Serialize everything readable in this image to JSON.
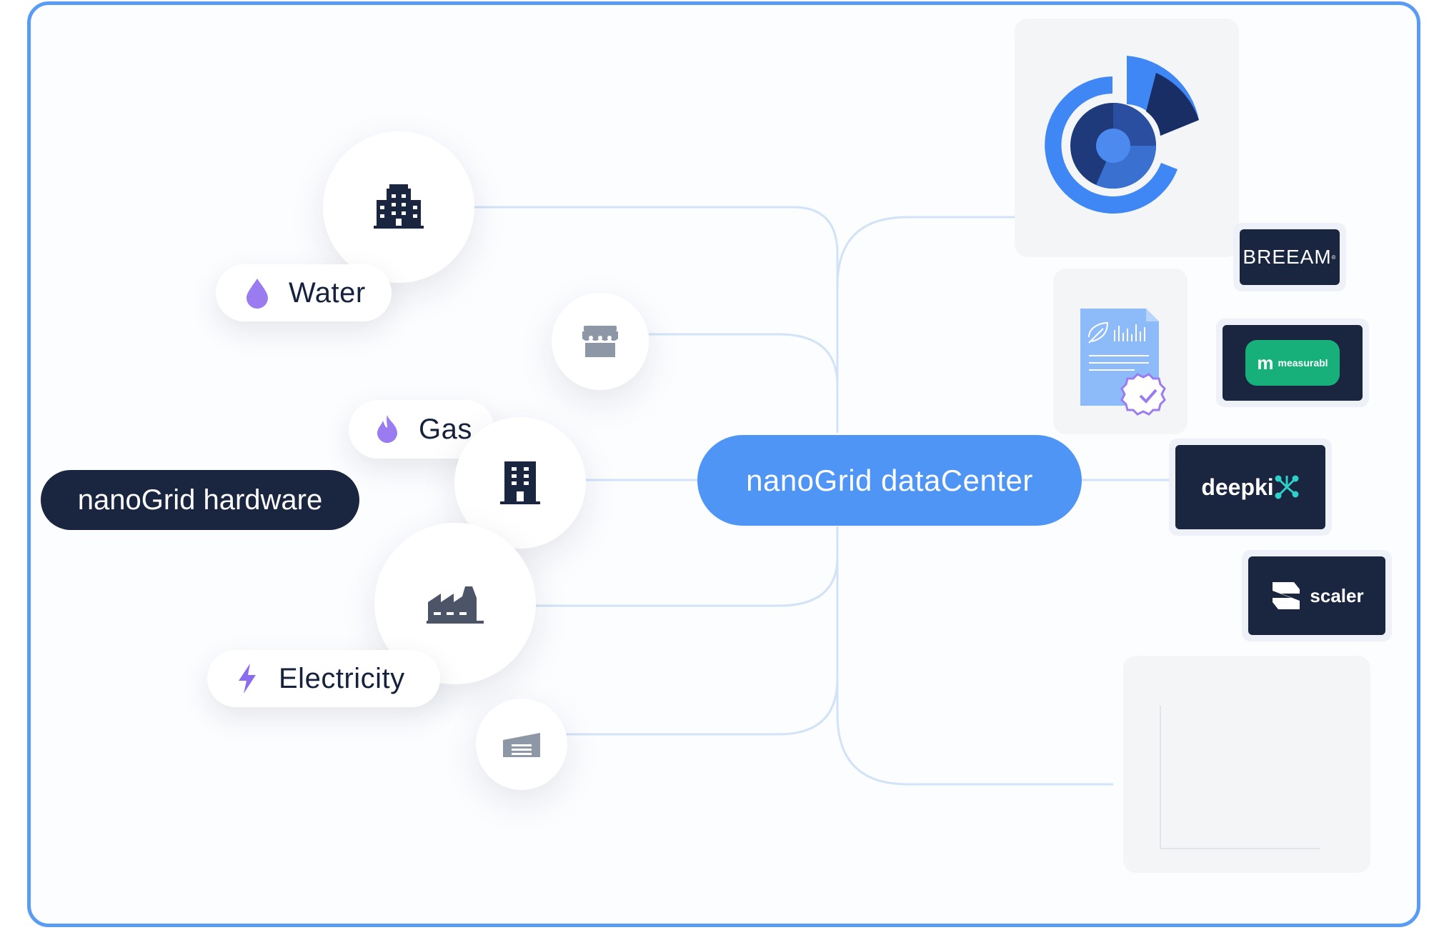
{
  "hardware_label": "nanoGrid hardware",
  "datacenter_label": "nanoGrid dataCenter",
  "pills": {
    "water": "Water",
    "gas": "Gas",
    "electricity": "Electricity"
  },
  "partners": {
    "breeam": "BREEAM",
    "breeam_mark": "®",
    "measurabl_letter": "m",
    "measurabl": "measurabl",
    "deepki": "deepki",
    "scaler": "scaler"
  },
  "icons": {
    "water": "water-drop-icon",
    "gas": "flame-icon",
    "electricity": "lightning-icon",
    "office": "office-building-icon",
    "store": "storefront-icon",
    "apartment": "apartment-building-icon",
    "factory": "factory-icon",
    "warehouse": "warehouse-icon"
  },
  "colors": {
    "frame": "#5a9bf4",
    "accent_blue": "#4f95f6",
    "dark_navy": "#1a2540",
    "purple_icon": "#9b7bf0",
    "connector": "#d2e3f8",
    "measurabl_green": "#17b07a",
    "deepki_teal": "#2fd0c8"
  }
}
